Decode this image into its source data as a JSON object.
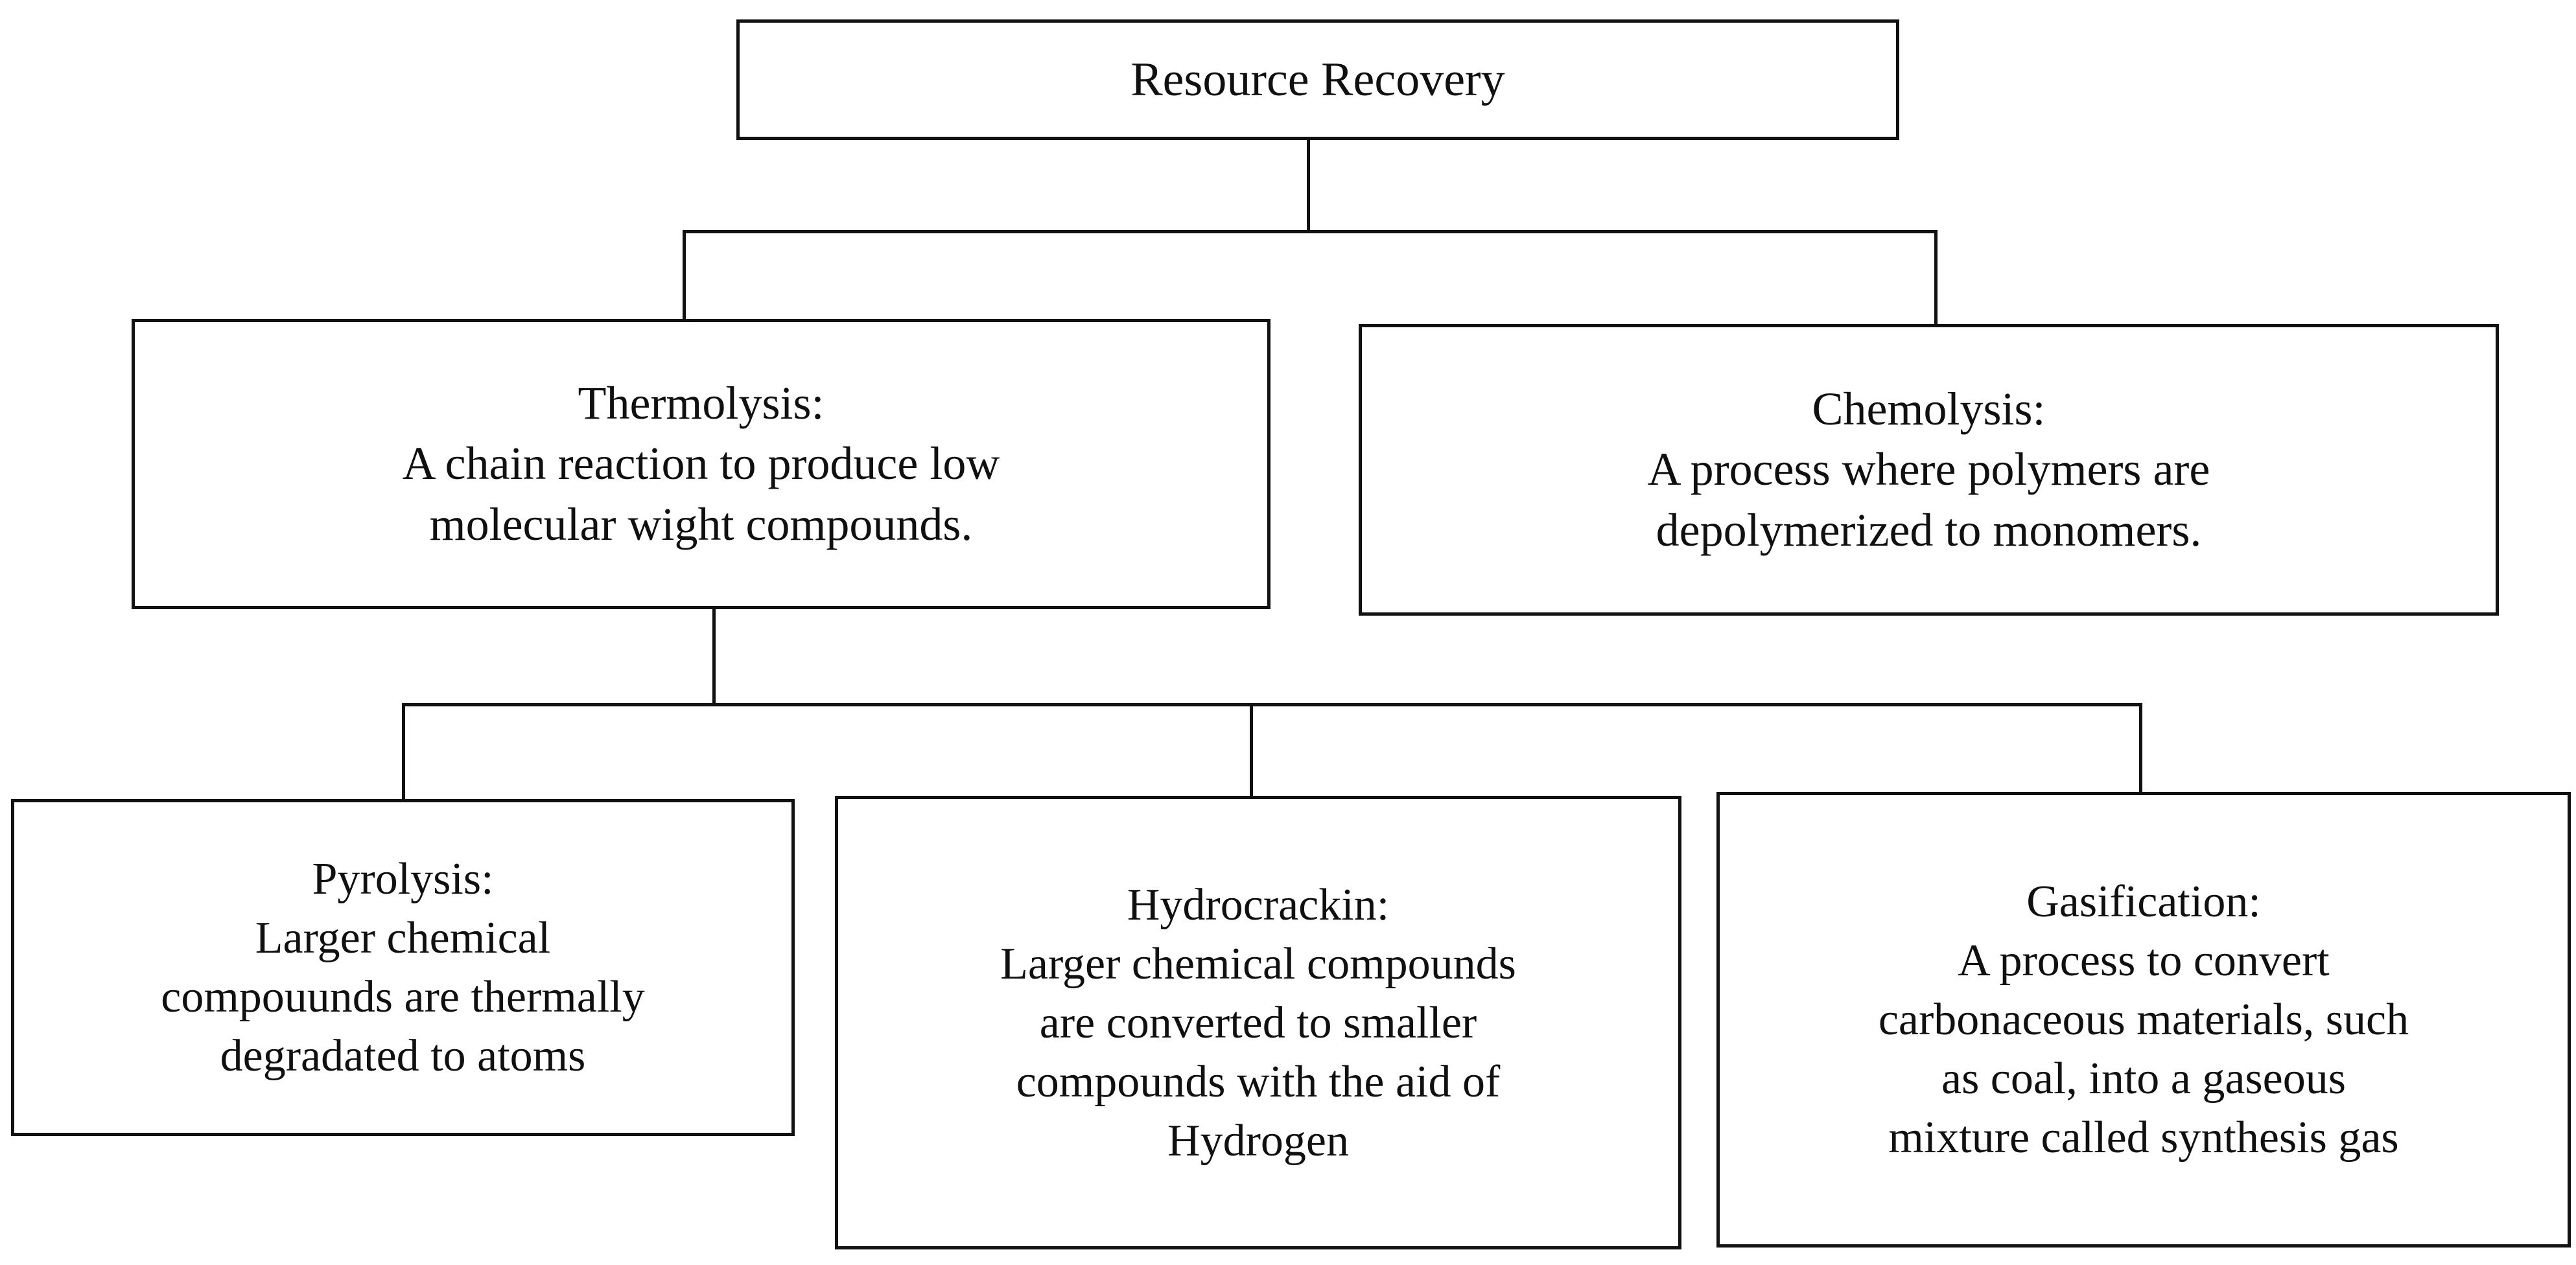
{
  "diagram": {
    "title": "Resource Recovery",
    "root": {
      "label": "Resource Recovery"
    },
    "level2": [
      {
        "id": "thermolysis",
        "heading": "Thermolysis:",
        "body_lines": [
          "A chain reaction to produce low",
          "molecular wight compounds."
        ]
      },
      {
        "id": "chemolysis",
        "heading": "Chemolysis:",
        "body_lines": [
          "A process where polymers are",
          "depolymerized to monomers."
        ]
      }
    ],
    "level3": [
      {
        "id": "pyrolysis",
        "heading": "Pyrolysis:",
        "body_lines": [
          "Larger chemical",
          "compouunds are thermally",
          "degradated to atoms"
        ]
      },
      {
        "id": "hydrocracking",
        "heading": "Hydrocrackin:",
        "body_lines": [
          "Larger chemical compounds",
          "are converted to smaller",
          "compounds with the aid of",
          "Hydrogen"
        ]
      },
      {
        "id": "gasification",
        "heading": "Gasification:",
        "body_lines": [
          "A process to convert",
          "carbonaceous materials, such",
          "as coal, into a gaseous",
          "mixture called synthesis gas"
        ]
      }
    ],
    "colors": {
      "stroke": "#111111",
      "background": "#ffffff",
      "text": "#101010"
    }
  }
}
